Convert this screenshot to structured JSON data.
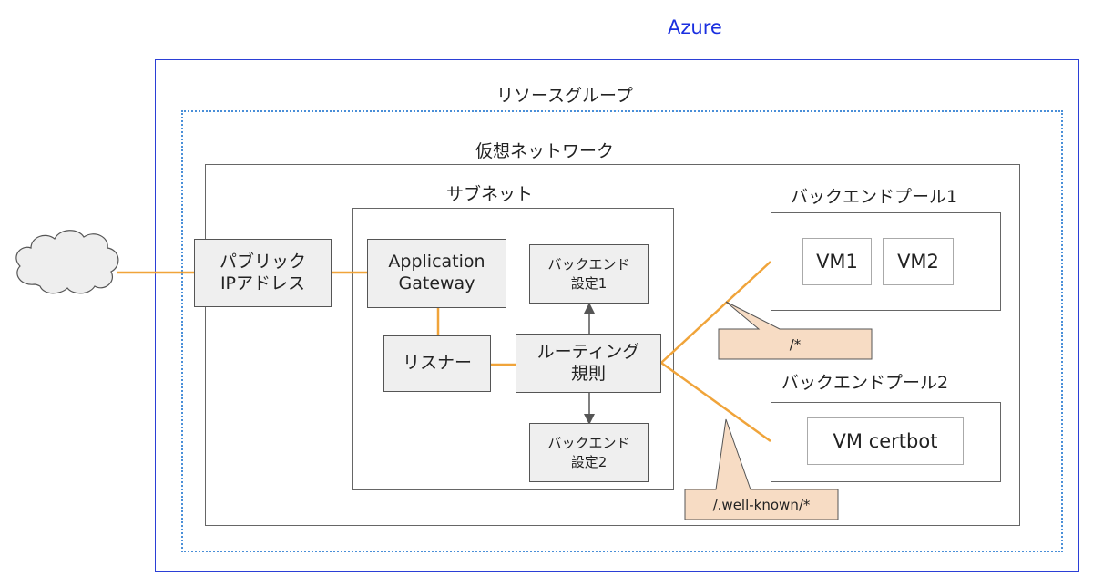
{
  "title": "Azure",
  "resource_group_label": "リソースグループ",
  "vnet_label": "仮想ネットワーク",
  "subnet_label": "サブネット",
  "public_ip": "パブリック\nIPアドレス",
  "app_gateway": "Application\nGateway",
  "listener": "リスナー",
  "routing_rule": "ルーティング\n規則",
  "backend_setting_1": "バックエンド\n設定1",
  "backend_setting_2": "バックエンド\n設定2",
  "backend_pool_1": {
    "label": "バックエンドプール1",
    "vms": [
      "VM1",
      "VM2"
    ]
  },
  "backend_pool_2": {
    "label": "バックエンドプール2",
    "vms": [
      "VM certbot"
    ]
  },
  "path_rule_1": "/*",
  "path_rule_2": "/.well-known/*",
  "colors": {
    "azure_border": "#2b3fd6",
    "azure_title": "#1a2fe0",
    "resource_group_border": "#4a8fd8",
    "connector": "#f0a43a",
    "callout_fill": "#f7dcc4",
    "node_fill": "#efefef"
  },
  "icons": [
    "cloud-icon"
  ]
}
